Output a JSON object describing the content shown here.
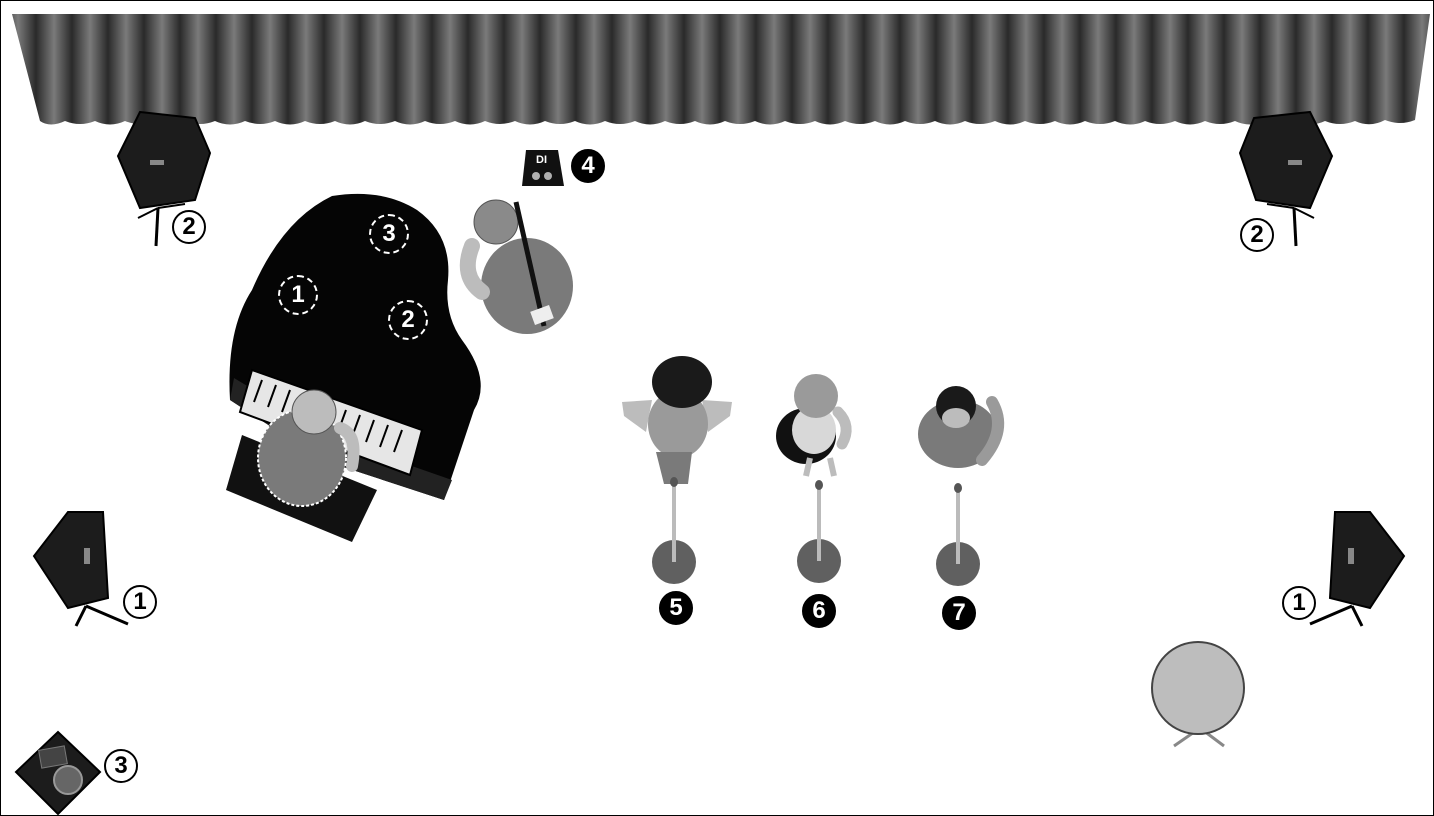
{
  "labels": {
    "main_speaker_left": "2",
    "main_speaker_right": "2",
    "monitor_left": "1",
    "monitor_right": "1",
    "floor_wedge": "3",
    "piano_mic_1": "1",
    "piano_mic_2": "2",
    "piano_mic_3": "3",
    "di_box": "4",
    "vocal_mic_5": "5",
    "vocal_mic_6": "6",
    "vocal_mic_7": "7"
  },
  "di_box_text": "DI",
  "colors": {
    "curtain_dark": "#2a2a2a",
    "curtain_light": "#6a6a6a",
    "speaker_body": "#1c1c1c",
    "mic_base": "#606060",
    "table_top": "#bdbdbd",
    "piano": "#050505",
    "figure_skin": "#bcbcbc",
    "figure_cloth": "#7a7a7a"
  },
  "icons": {
    "curtain": "stage-curtain-icon",
    "speaker": "speaker-icon",
    "monitor": "monitor-speaker-icon",
    "wedge": "floor-wedge-icon",
    "piano": "grand-piano-icon",
    "di": "di-box-icon",
    "mic": "microphone-stand-icon",
    "table": "round-table-icon",
    "person": "person-icon"
  }
}
